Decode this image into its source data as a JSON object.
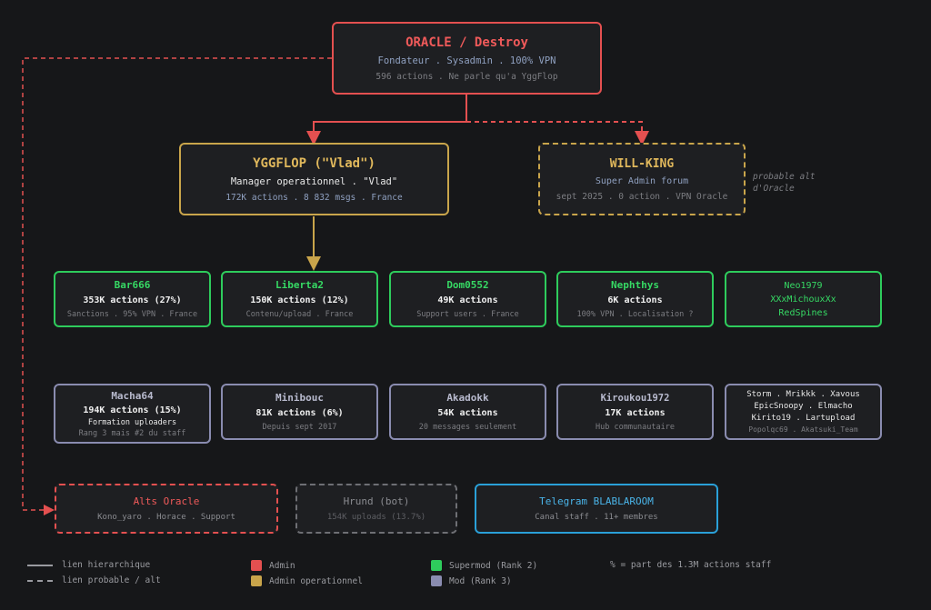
{
  "oracle": {
    "title": "ORACLE / Destroy",
    "line1": "Fondateur . Sysadmin . 100% VPN",
    "line2": "596 actions . Ne parle qu'a YggFlop"
  },
  "yggflop": {
    "title": "YGGFLOP (\"Vlad\")",
    "line1": "Manager operationnel . \"Vlad\"",
    "line2": "172K actions . 8 832 msgs . France"
  },
  "willking": {
    "title": "WILL-KING",
    "line1": "Super Admin forum",
    "line2": "sept 2025 . 0 action . VPN Oracle"
  },
  "willking_note": {
    "line1": "probable alt",
    "line2": "d'Oracle"
  },
  "supermods": [
    {
      "name": "Bar666",
      "actions": "353K actions (27%)",
      "detail": "Sanctions . 95% VPN . France"
    },
    {
      "name": "Liberta2",
      "actions": "150K actions (12%)",
      "detail": "Contenu/upload . France"
    },
    {
      "name": "Dom0552",
      "actions": "49K actions",
      "detail": "Support users . France"
    },
    {
      "name": "Nephthys",
      "actions": "6K actions",
      "detail": "100% VPN . Localisation ?"
    }
  ],
  "supermods_other": [
    "Neo1979",
    "XXxMichouxXx",
    "RedSpines"
  ],
  "mods": [
    {
      "name": "Macha64",
      "actions": "194K actions (15%)",
      "detail1": "Formation uploaders",
      "detail2": "Rang 3 mais #2 du staff"
    },
    {
      "name": "Minibouc",
      "actions": "81K actions (6%)",
      "detail1": "Depuis sept 2017"
    },
    {
      "name": "Akadokk",
      "actions": "54K actions",
      "detail1": "20 messages seulement"
    },
    {
      "name": "Kiroukou1972",
      "actions": "17K actions",
      "detail1": "Hub communautaire"
    }
  ],
  "mods_other": {
    "line1": "Storm . Mrikkk . Xavous",
    "line2": "EpicSnoopy . Elmacho",
    "line3": "Kirito19 . Lartupload",
    "line4": "Popolqc69 . Akatsuki_Team"
  },
  "alts": {
    "title": "Alts Oracle",
    "detail": "Kono_yaro . Horace . Support"
  },
  "bot": {
    "title": "Hrund (bot)",
    "detail": "154K uploads (13.7%)"
  },
  "telegram": {
    "title": "Telegram BLABLAROOM",
    "detail": "Canal staff . 11+ membres"
  },
  "legend": {
    "solid": "lien hierarchique",
    "dashed": "lien probable / alt",
    "admin": "Admin",
    "opadmin": "Admin operationnel",
    "supermod": "Supermod (Rank 2)",
    "mod": "Mod (Rank 3)",
    "pct_note": "% = part des 1.3M actions staff"
  },
  "colors": {
    "admin": "#e45050",
    "opadmin": "#c9a54b",
    "supermod": "#2ecc5c",
    "mod": "#8a8cb0",
    "telegram": "#2aa0d8"
  }
}
